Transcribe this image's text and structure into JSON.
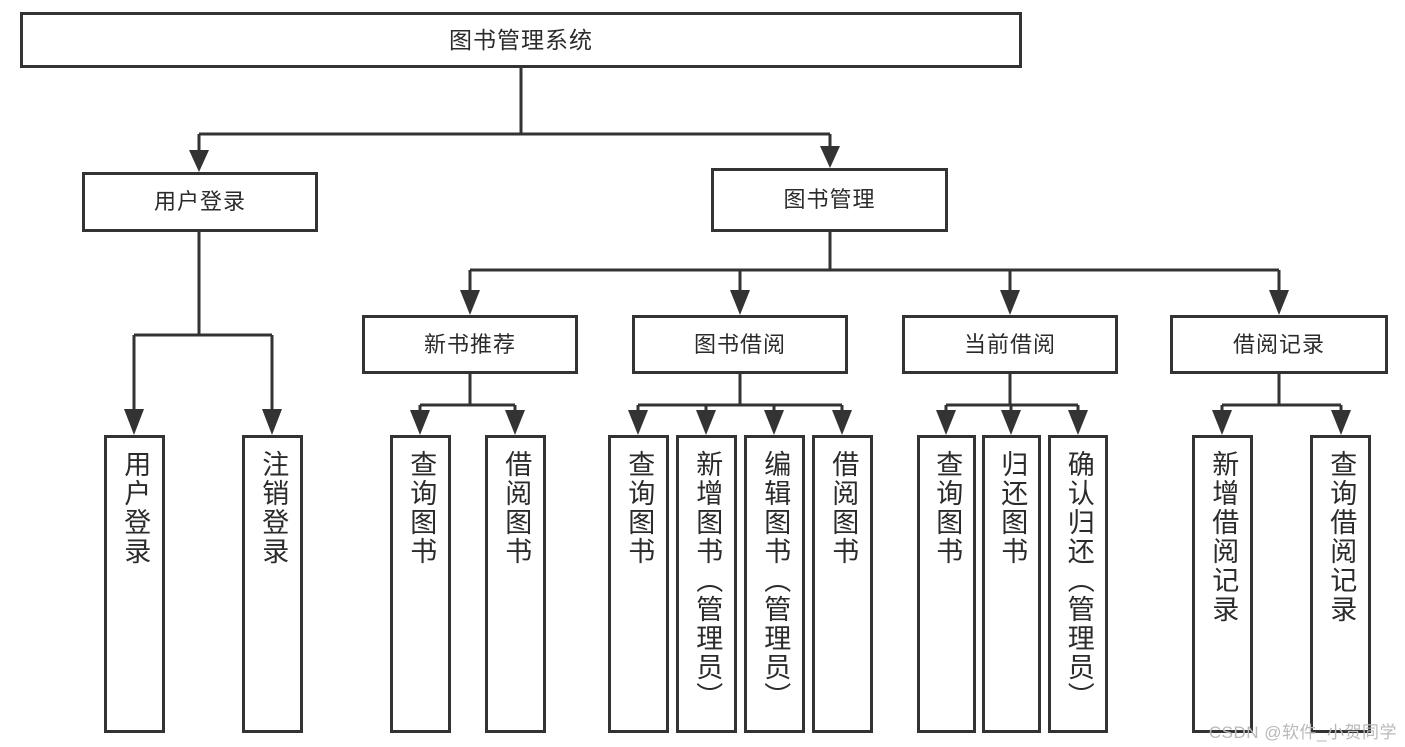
{
  "diagram": {
    "type": "tree-hierarchy",
    "title": "图书管理系统",
    "watermark": "CSDN @软件_小贺同学",
    "colors": {
      "stroke": "#333333",
      "fill": "#ffffff",
      "text": "#2b2b2b",
      "watermark": "#b9b9b9"
    },
    "nodes": {
      "root": {
        "label": "图书管理系统"
      },
      "level2": [
        {
          "id": "user-login",
          "label": "用户登录"
        },
        {
          "id": "book-manage",
          "label": "图书管理"
        }
      ],
      "level3": [
        {
          "id": "new-book-recommend",
          "label": "新书推荐"
        },
        {
          "id": "book-borrow",
          "label": "图书借阅"
        },
        {
          "id": "current-borrow",
          "label": "当前借阅"
        },
        {
          "id": "borrow-record",
          "label": "借阅记录"
        }
      ],
      "leaves": {
        "user_login": [
          {
            "id": "leaf-user-login",
            "label": "用户登录"
          },
          {
            "id": "leaf-logout-login",
            "label": "注销登录"
          }
        ],
        "new_book_recommend": [
          {
            "id": "leaf-query-book-1",
            "label": "查询图书"
          },
          {
            "id": "leaf-borrow-book-1",
            "label": "借阅图书"
          }
        ],
        "book_borrow": [
          {
            "id": "leaf-query-book-2",
            "label": "查询图书"
          },
          {
            "id": "leaf-add-book",
            "label": "新增图书（管理员）"
          },
          {
            "id": "leaf-edit-book",
            "label": "编辑图书（管理员）"
          },
          {
            "id": "leaf-borrow-book-2",
            "label": "借阅图书"
          }
        ],
        "current_borrow": [
          {
            "id": "leaf-query-book-3",
            "label": "查询图书"
          },
          {
            "id": "leaf-return-book",
            "label": "归还图书"
          },
          {
            "id": "leaf-confirm-return",
            "label": "确认归还（管理员）"
          }
        ],
        "borrow_record": [
          {
            "id": "leaf-add-record",
            "label": "新增借阅记录"
          },
          {
            "id": "leaf-query-record",
            "label": "查询借阅记录"
          }
        ]
      }
    }
  }
}
